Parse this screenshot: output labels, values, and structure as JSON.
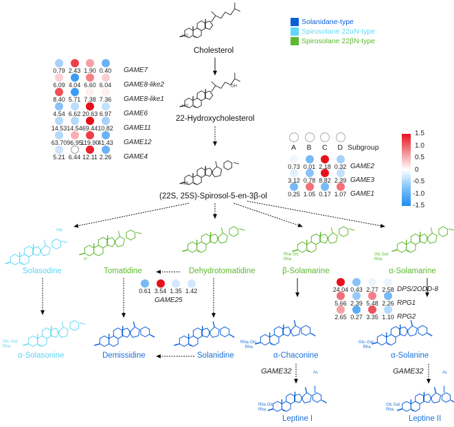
{
  "colors": {
    "solanidane": "#0b5fd9",
    "spiro_alpha": "#5fd9f8",
    "spiro_beta": "#5cb82e",
    "black": "#111111",
    "blue_text": "#1a6fd8",
    "cyan_text": "#5fd3f3",
    "green_text": "#5cb82e"
  },
  "legend": [
    {
      "label": "Solanidane-type",
      "color": "#0b5fd9"
    },
    {
      "label": "Spirosolane 22αN-type",
      "color": "#5fd9f8"
    },
    {
      "label": "Spirosolane 22βN-type",
      "color": "#5cb82e"
    }
  ],
  "compounds": {
    "cholesterol": "Cholesterol",
    "hydroxycholesterol": "22-Hydroxycholesterol",
    "spirosol": "(22S, 25S)-Spirosol-5-en-3β-ol",
    "solasodine": "Solasodine",
    "tomatidine": "Tomatidine",
    "dehydrotomatidine": "Dehydrotomatidine",
    "beta_solamarine": "β-Solamarine",
    "alpha_solamarine": "α-Solamarine",
    "alpha_solasonine": "α-Solasonine",
    "demissidine": "Demissidine",
    "solanidine": "Solanidine",
    "alpha_chaconine": "α-Chaconine",
    "alpha_solanine": "α-Solanine",
    "leptine1": "Leptine I",
    "leptine2": "Leptine II"
  },
  "enzymes": {
    "game32_a": "GAME32",
    "game32_b": "GAME32"
  },
  "sugars": {
    "solasonine": [
      "Glc",
      "Gal",
      "Rha"
    ],
    "beta_solamarine": [
      "Rha",
      "Glc",
      "Rha"
    ],
    "alpha_solamarine": [
      "Glc",
      "Gal",
      "Rha"
    ],
    "chaconine": [
      "Rha",
      "Glc",
      "Rha"
    ],
    "solanine": [
      "Glc",
      "Gal",
      "Rha"
    ],
    "leptine1": [
      "Rha",
      "Glc",
      "Rha"
    ],
    "leptine2": [
      "Glc",
      "Gal",
      "Rha"
    ],
    "ac1": "Ac",
    "ac2": "Ac",
    "ho": "HO",
    "oh": "OH",
    "h": "H",
    "n": "N",
    "o": "O",
    "hn": "HN"
  },
  "subgroup": {
    "labels": [
      "A",
      "B",
      "C",
      "D"
    ],
    "title": "Subgroup"
  },
  "colorbar": {
    "ticks": [
      "1.5",
      "1.0",
      "0.5",
      "0",
      "-0.5",
      "-1.0",
      "-1.5"
    ],
    "range": [
      -1.5,
      1.5
    ]
  },
  "heatmap_groups": [
    {
      "id": "left",
      "rows": [
        {
          "gene": "GAME7",
          "values": [
            0.79,
            2.43,
            1.9,
            0.4
          ],
          "z": [
            -0.6,
            1.2,
            0.6,
            -1.0
          ]
        },
        {
          "gene": "GAME8-like2",
          "values": [
            6.09,
            4.04,
            6.6,
            6.04
          ],
          "z": [
            0.3,
            -1.3,
            0.8,
            0.3
          ]
        },
        {
          "gene": "GAME8-like1",
          "values": [
            8.4,
            5.71,
            7.38,
            7.36
          ],
          "z": [
            1.1,
            -1.3,
            0.1,
            0.1
          ]
        },
        {
          "gene": "GAME6",
          "values": [
            4.54,
            6.62,
            20.63,
            6.97
          ],
          "z": [
            -0.8,
            -0.45,
            1.5,
            -0.4
          ]
        },
        {
          "gene": "GAME11",
          "values": [
            14.53,
            14.54,
            69.44,
            10.82
          ],
          "z": [
            -0.5,
            -0.5,
            1.5,
            -0.6
          ]
        },
        {
          "gene": "GAME12",
          "values": [
            63.7,
            96.95,
            119.9,
            41.43
          ],
          "z": [
            -0.5,
            0.5,
            1.2,
            -1.0
          ]
        },
        {
          "gene": "GAME4",
          "values": [
            5.21,
            6.44,
            12.11,
            2.26
          ],
          "z": [
            -0.35,
            0.0,
            1.4,
            -1.0
          ]
        }
      ]
    },
    {
      "id": "right-top",
      "rows": [
        {
          "gene": "GAME2",
          "values": [
            0.73,
            0.01,
            2.18,
            0.32
          ],
          "z": [
            -0.1,
            -0.9,
            1.5,
            -0.6
          ]
        },
        {
          "gene": "GAME3",
          "values": [
            3.12,
            0.78,
            8.82,
            2.39
          ],
          "z": [
            -0.2,
            -0.8,
            1.5,
            -0.4
          ]
        },
        {
          "gene": "GAME1",
          "values": [
            0.25,
            1.05,
            0.17,
            1.07
          ],
          "z": [
            -0.9,
            0.9,
            -0.9,
            0.9
          ]
        }
      ]
    },
    {
      "id": "game25",
      "rows": [
        {
          "gene": "GAME25",
          "values": [
            0.61,
            3.54,
            1.35,
            1.42
          ],
          "z": [
            -0.9,
            1.5,
            -0.3,
            -0.3
          ]
        }
      ]
    },
    {
      "id": "right-bottom",
      "rows": [
        {
          "gene": "DPS/2ODD-8",
          "values": [
            24.04,
            0.43,
            2.77,
            2.58
          ],
          "z": [
            1.5,
            -0.8,
            -0.15,
            -0.15
          ]
        },
        {
          "gene": "RPG1",
          "values": [
            5.66,
            2.39,
            5.48,
            2.26
          ],
          "z": [
            0.9,
            -0.7,
            0.8,
            -0.9
          ]
        },
        {
          "gene": "RPG2",
          "values": [
            2.65,
            0.27,
            3.35,
            1.1
          ],
          "z": [
            0.6,
            -1.1,
            1.1,
            -0.5
          ]
        }
      ]
    }
  ]
}
